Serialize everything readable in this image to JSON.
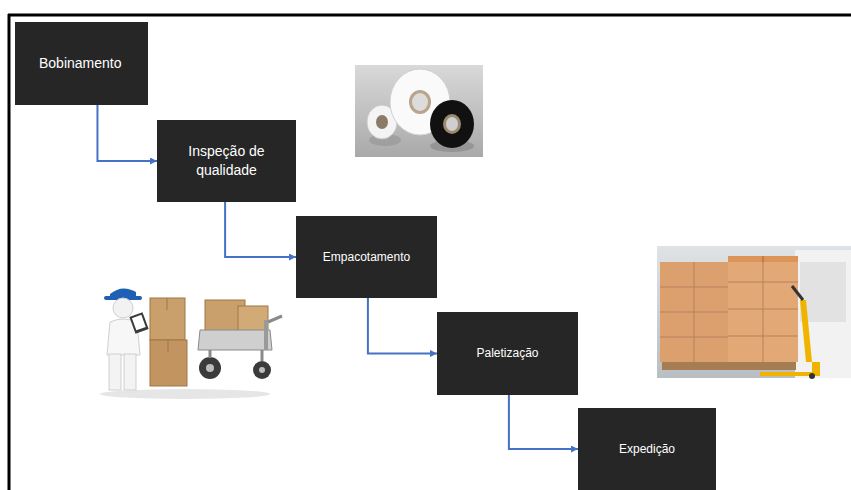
{
  "diagram": {
    "nodes": [
      {
        "text": [
          "Bobinamento"
        ]
      },
      {
        "text": [
          "Inspeção de qualidade"
        ]
      },
      {
        "text": [
          "Empacotamento"
        ]
      },
      {
        "text": [
          "Paletização"
        ]
      },
      {
        "text": [
          "Expedição"
        ]
      }
    ],
    "edges": [
      {
        "from": 0,
        "to": 1,
        "arrow": "to"
      },
      {
        "from": 1,
        "to": 2,
        "arrow": "to"
      },
      {
        "from": 2,
        "to": 3,
        "arrow": "to"
      },
      {
        "from": 3,
        "to": 4,
        "arrow": "to"
      }
    ]
  }
}
